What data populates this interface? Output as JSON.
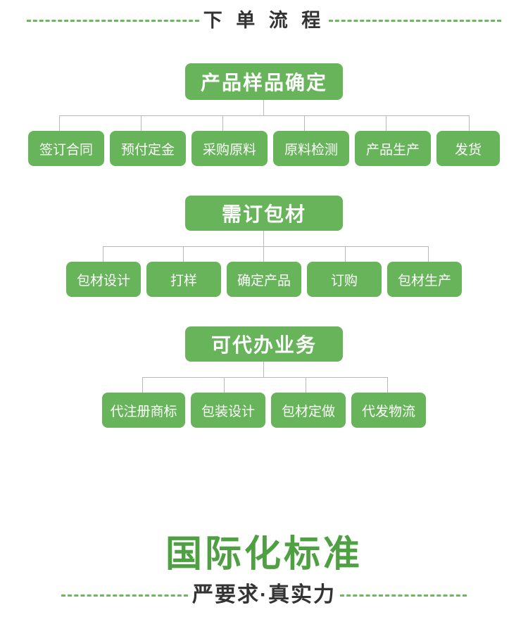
{
  "header": {
    "title": "下 单 流 程"
  },
  "flow": {
    "groups": [
      {
        "head": "产品样品确定",
        "children": [
          "签订合同",
          "预付定金",
          "采购原料",
          "原料检测",
          "产品生产",
          "发货"
        ]
      },
      {
        "head": "需订包材",
        "children": [
          "包材设计",
          "打样",
          "确定产品",
          "订购",
          "包材生产"
        ]
      },
      {
        "head": "可代办业务",
        "children": [
          "代注册商标",
          "包装设计",
          "包材定做",
          "代发物流"
        ]
      }
    ]
  },
  "footer": {
    "title": "国际化标准",
    "subtitle": "严要求·真实力"
  },
  "colors": {
    "box_green": "#67b45a",
    "title_green": "#4f9f43",
    "dash_green": "#6aba5c",
    "connector_gray": "#b9b9b9",
    "text_dark": "#333333"
  }
}
